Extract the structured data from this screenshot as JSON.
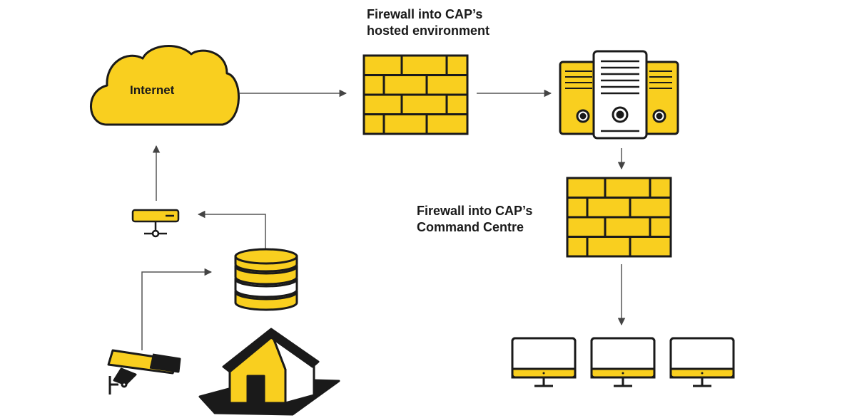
{
  "labels": {
    "internet": "Internet",
    "firewall_hosted_line1": "Firewall into CAP’s",
    "firewall_hosted_line2": "hosted environment",
    "firewall_command_line1": "Firewall into CAP’s",
    "firewall_command_line2": "Command Centre"
  },
  "colors": {
    "accent": "#f9cf1f",
    "stroke": "#1a1a1a",
    "line": "#555555",
    "ground": "#1a1a1a"
  },
  "icons": [
    "cloud-icon",
    "firewall-brick-icon",
    "server-rack-icon",
    "monitor-icon",
    "router-icon",
    "database-icon",
    "cctv-camera-icon",
    "house-icon"
  ]
}
